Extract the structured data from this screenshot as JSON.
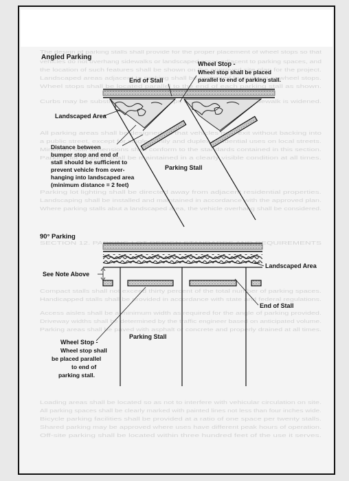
{
  "angled": {
    "heading": "Angled Parking",
    "wheel_stop_title": "Wheel Stop -",
    "wheel_stop_lines": [
      "Wheel stop shall be placed",
      "parallel to end of parking stall."
    ],
    "end_of_stall": "End of Stall",
    "landscaped_area": "Landscaped Area",
    "distance_note": [
      "Distance between",
      "bumper stop and end of",
      "stall should be sufficient to",
      "prevent vehicle from over-",
      "hanging into landscaped area",
      "(minimum distance = 2 feet)"
    ],
    "parking_stall": "Parking Stall"
  },
  "ninety": {
    "heading": "90° Parking",
    "landscaped_area": "Landscaped Area",
    "see_note": "See Note Above",
    "end_of_stall": "End of Stall",
    "parking_stall": "Parking Stall",
    "wheel_stop_title": "Wheel Stop -",
    "wheel_stop_lines": [
      "Wheel stop shall",
      "be placed parallel",
      "to end of",
      "parking stall."
    ]
  },
  "background_text": [
    "The design of parking stalls shall provide for the proper placement of wheel stops so that",
    "vehicles do not overhang sidewalks or landscaped areas adjacent to parking spaces, and",
    "the location of such features shall be shown on the approved site plan for the project.",
    "Landscaped areas adjacent to parking shall be protected by curbing or wheel stops.",
    "Wheel stops shall be located parallel to the end of each parking stall as shown.",
    "Curbs may be substituted for wheel stops where the adjacent sidewalk is widened.",
    "All parking areas shall be designed so that vehicles may exit without backing into",
    "a public street, except for single family and duplex residential uses on local streets.",
    "Minimum stall dimensions shall conform to the standards contained in this section.",
    "Parking lot striping shall be maintained in a clearly visible condition at all times.",
    "Parking lot lighting shall be directed away from adjacent residential properties.",
    "Landscaping shall be installed and maintained in accordance with the approved plan.",
    "Where parking stalls abut a landscaped area, the vehicle overhang shall be considered.",
    "SECTION 12. PARKING LOT DESIGN STANDARDS AND REQUIREMENTS",
    "Compact stalls shall not exceed thirty percent of the total number of parking spaces.",
    "Handicapped stalls shall be provided in accordance with state and federal regulations.",
    "Access aisles shall be a minimum width as required for the angle of parking provided.",
    "Driveway widths shall be determined by the traffic engineer based on anticipated volume.",
    "Parking areas shall be paved with asphalt or concrete and properly drained at all times.",
    "Loading areas shall be located so as not to interfere with vehicular circulation on site.",
    "All parking spaces shall be clearly marked with painted lines not less than four inches wide.",
    "Bicycle parking facilities shall be provided at a ratio of one space per twenty stalls.",
    "Shared parking may be approved where uses have different peak hours of operation.",
    "Off-site parking shall be located within three hundred feet of the use it serves."
  ]
}
